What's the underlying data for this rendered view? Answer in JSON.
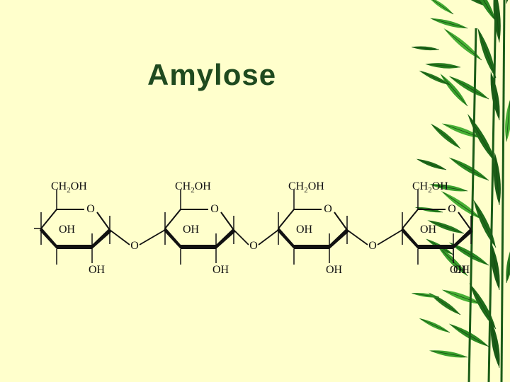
{
  "slide": {
    "title": "Amylose",
    "background": "#ffffcc",
    "title_color": "#1f4a1f",
    "decoration": "bamboo-leaves"
  },
  "molecule": {
    "units": [
      {
        "ch2oh": "CH2OH",
        "ring_o": "O",
        "oh_left": "OH",
        "oh_bottom": "OH"
      },
      {
        "ch2oh": "CH2OH",
        "ring_o": "O",
        "oh_left": "OH",
        "oh_bottom": "OH"
      },
      {
        "ch2oh": "CH2OH",
        "ring_o": "O",
        "oh_left": "OH",
        "oh_bottom": "OH"
      },
      {
        "ch2oh": "CH2OH",
        "ring_o": "O",
        "oh_left": "OH",
        "oh_bottom": "OH"
      }
    ],
    "linkages": [
      "O",
      "O",
      "O"
    ],
    "trailing_oh": "OH"
  }
}
